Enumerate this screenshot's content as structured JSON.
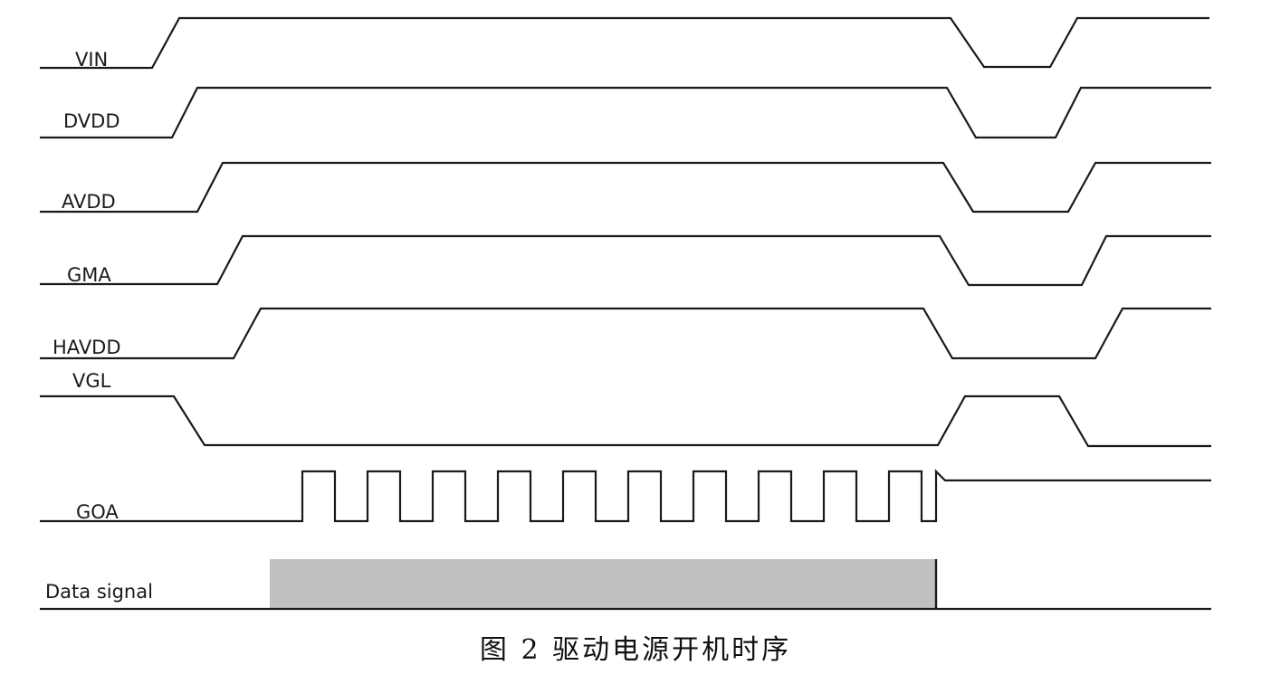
{
  "signals": {
    "vin": "VIN",
    "dvdd": "DVDD",
    "avdd": "AVDD",
    "gma": "GMA",
    "havdd": "HAVDD",
    "vgl": "VGL",
    "goa": "GOA",
    "data_signal": "Data signal"
  },
  "caption": "图 2 驱动电源开机时序",
  "colors": {
    "line": "#1a1a1a",
    "data_block": "#c0c0c0"
  }
}
